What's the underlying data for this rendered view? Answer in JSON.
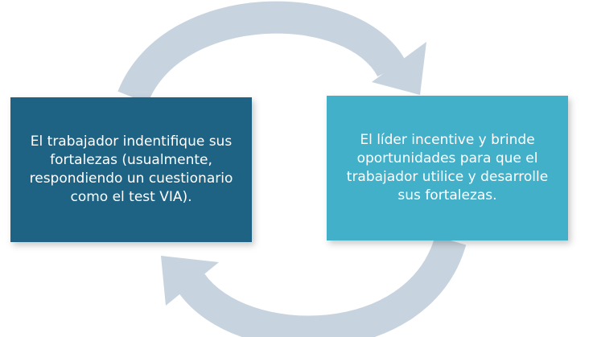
{
  "diagram": {
    "type": "cycle",
    "arrow_color": "#c7d3de",
    "nodes": [
      {
        "id": "worker-identifies",
        "text": "El trabajador indentifique sus fortalezas (usualmente, respondiendo un cuestionario como el test VIA).",
        "color": "#1f6384"
      },
      {
        "id": "leader-encourages",
        "text": "El líder incentive y brinde oportunidades para que el trabajador utilice y desarrolle sus fortalezas.",
        "color": "#42b0c9"
      }
    ]
  }
}
